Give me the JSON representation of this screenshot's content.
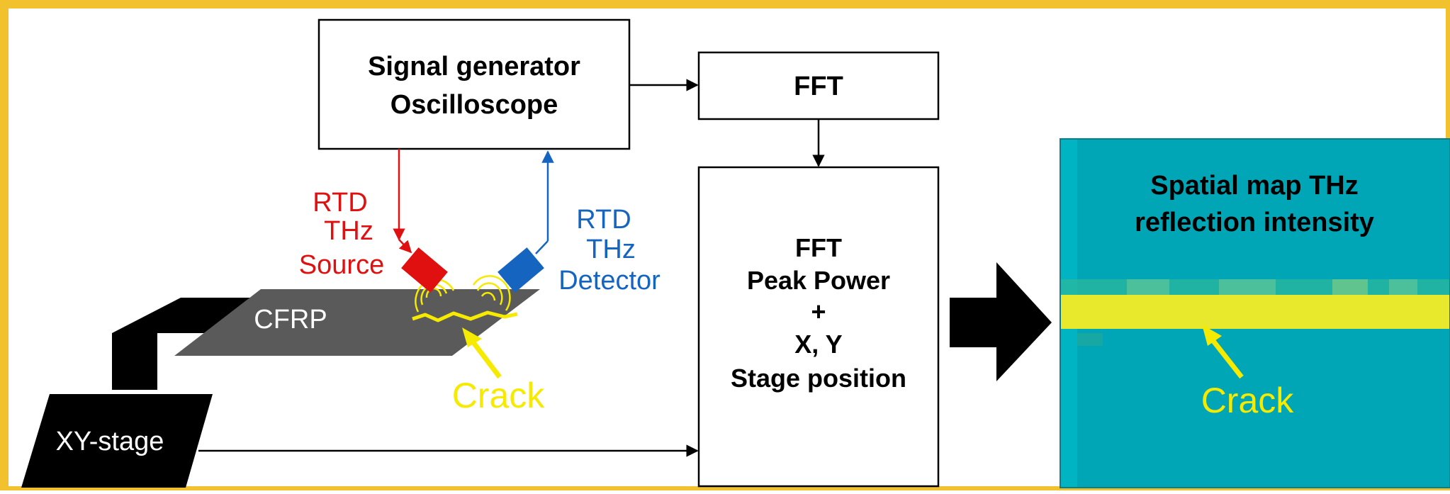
{
  "colors": {
    "frame": "#f2c12e",
    "source": "#e01010",
    "detector": "#1565c0",
    "crack": "#f5ea00",
    "cfrp": "#5a5a5a",
    "stage": "#000000",
    "map_bg": "#00a6b6",
    "map_crack": "#e8e82c"
  },
  "icons": {
    "source_emitter": "red-diamond-emitter-icon",
    "detector_receiver": "blue-diamond-detector-icon",
    "wave_arcs": "wave-arcs-icon"
  },
  "boxes": {
    "signal_generator": {
      "line1": "Signal generator",
      "line2": "Oscilloscope"
    },
    "fft": {
      "label": "FFT"
    },
    "process": {
      "line1": "FFT",
      "line2": "Peak Power",
      "line3": "+",
      "line4": "X, Y",
      "line5": "Stage position"
    }
  },
  "source_label": {
    "line1": "RTD",
    "line2": "THz",
    "line3": "Source"
  },
  "detector_label": {
    "line1": "RTD",
    "line2": "THz",
    "line3": "Detector"
  },
  "cfrp_label": "CFRP",
  "crack_label": "Crack",
  "stage_label": "XY-stage",
  "spatial_map": {
    "line1": "Spatial map THz",
    "line2": "reflection intensity",
    "crack_label": "Crack"
  }
}
